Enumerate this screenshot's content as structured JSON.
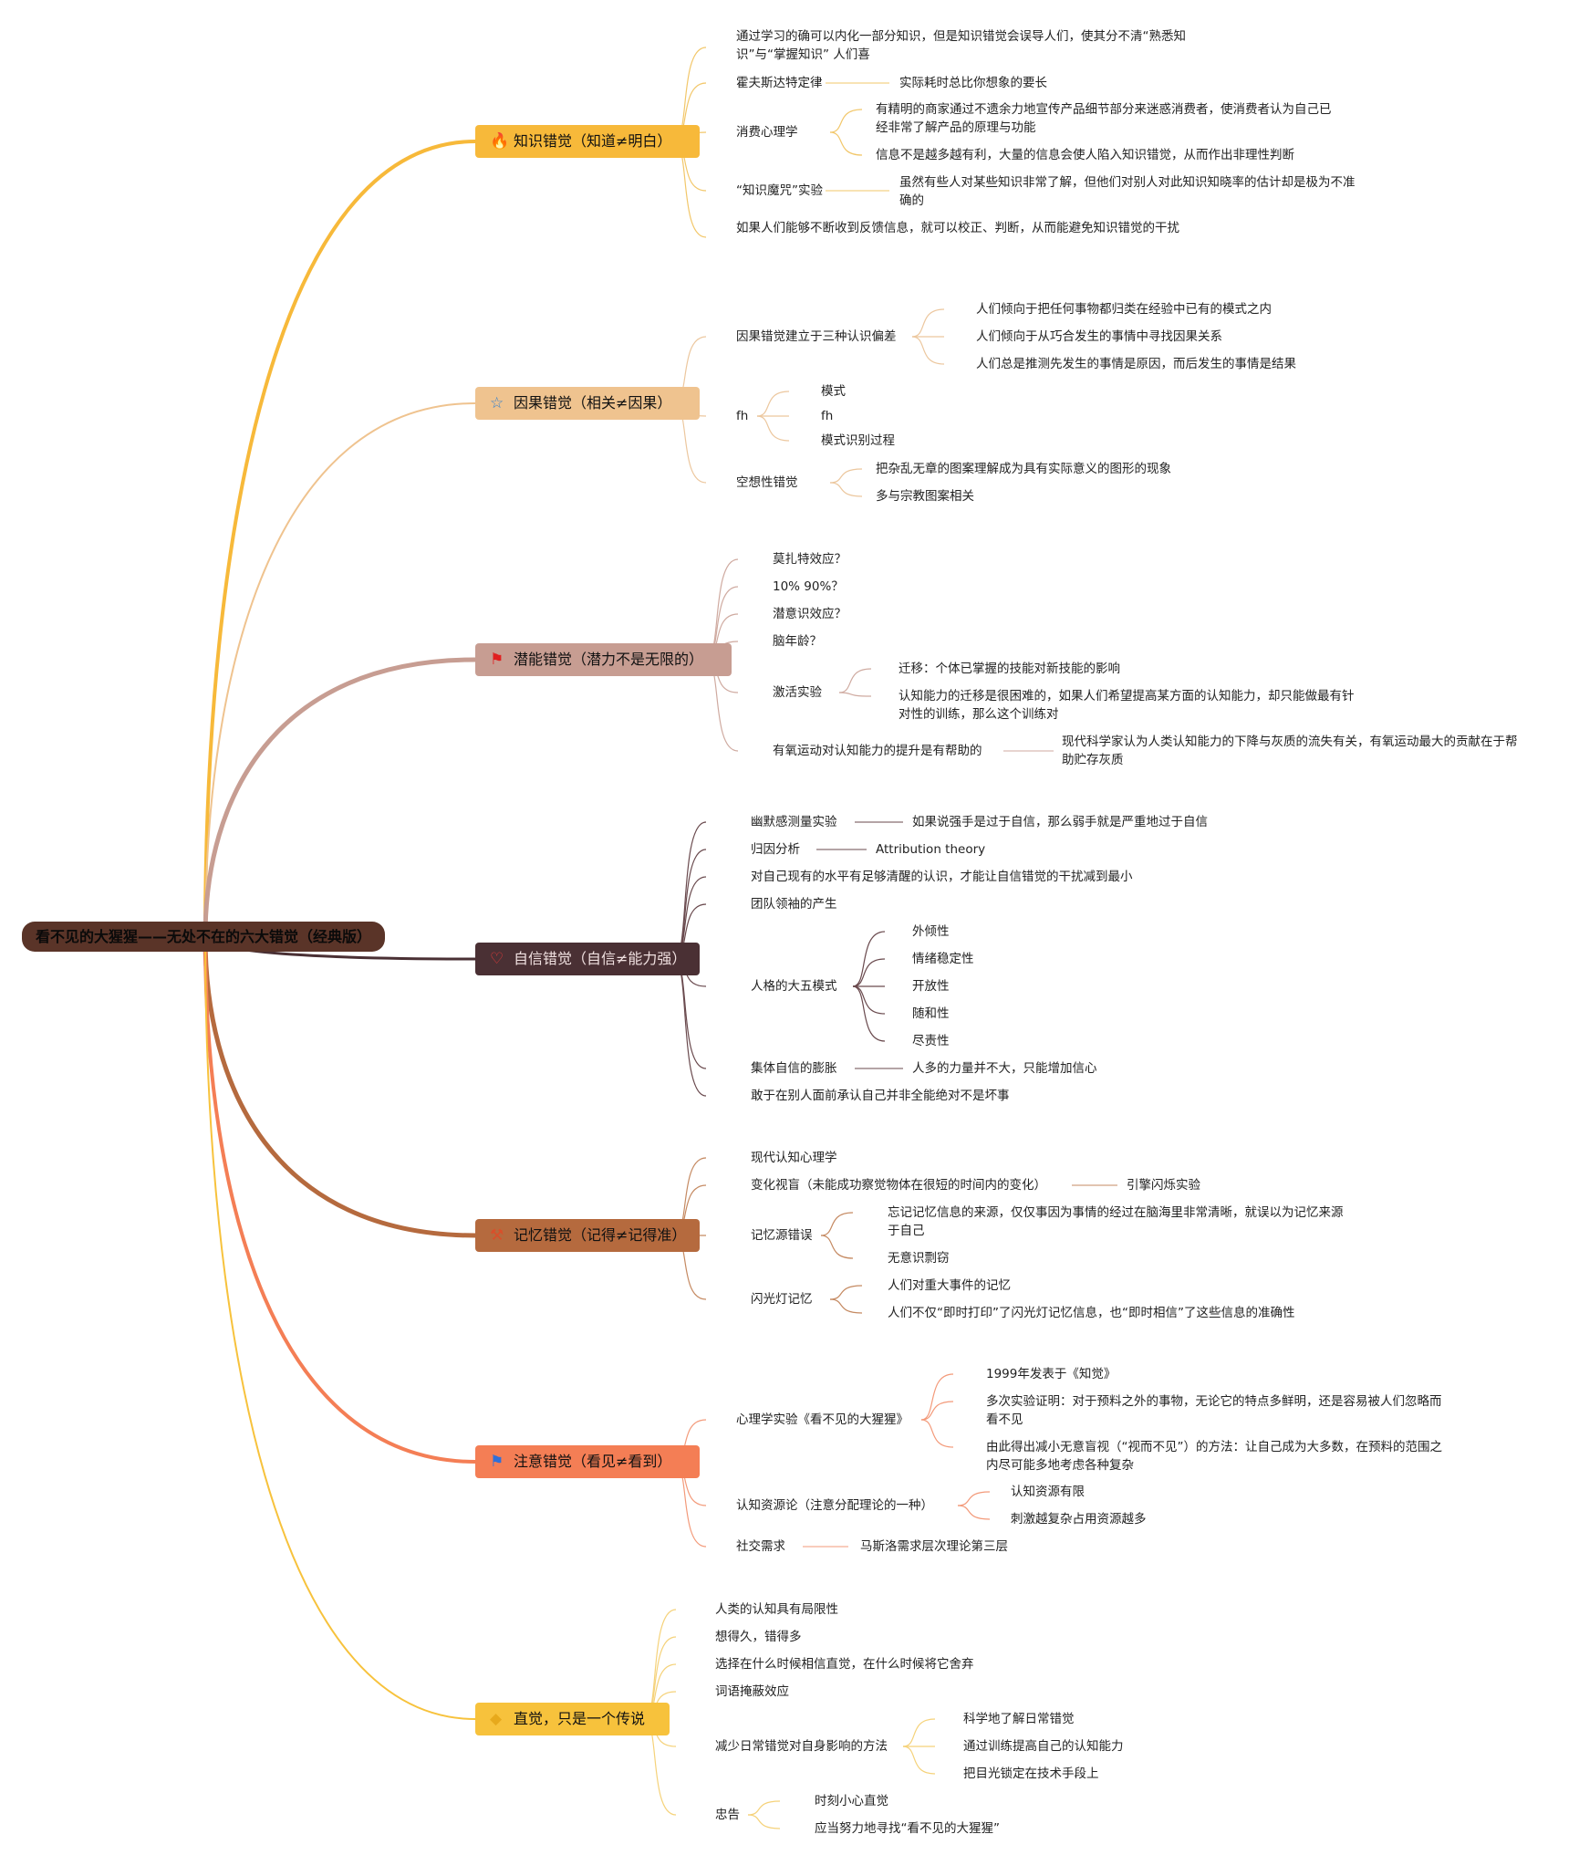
{
  "root": {
    "label": "看不见的大猩猩——无处不在的六大错觉（经典版）"
  },
  "branches": [
    {
      "label": "知识错觉（知道≠明白）",
      "icon": "fire-icon",
      "glyph": "🔥",
      "glyph_color": "#e8431e",
      "color": "#f7b93a",
      "children": [
        {
          "label": "通过学习的确可以内化一部分知识，但是知识错觉会误导人们，使其分不清“熟悉知识”与“掌握知识” 人们喜",
          "children": []
        },
        {
          "label": "霍夫斯达特定律",
          "children": [
            {
              "label": "实际耗时总比你想象的要长"
            }
          ]
        },
        {
          "label": "消费心理学",
          "children": [
            {
              "label": "有精明的商家通过不遗余力地宣传产品细节部分来迷惑消费者，使消费者认为自己已经非常了解产品的原理与功能"
            },
            {
              "label": "信息不是越多越有利，大量的信息会使人陷入知识错觉，从而作出非理性判断"
            }
          ]
        },
        {
          "label": "“知识魔咒”实验",
          "children": [
            {
              "label": "虽然有些人对某些知识非常了解，但他们对别人对此知识知晓率的估计却是极为不准确的"
            }
          ]
        },
        {
          "label": "如果人们能够不断收到反馈信息，就可以校正、判断，从而能避免知识错觉的干扰",
          "children": []
        }
      ]
    },
    {
      "label": "因果错觉（相关≠因果）",
      "icon": "star-icon",
      "glyph": "☆",
      "glyph_color": "#2f7fd0",
      "color": "#efc38f",
      "children": [
        {
          "label": "因果错觉建立于三种认识偏差",
          "children": [
            {
              "label": "人们倾向于把任何事物都归类在经验中已有的模式之内"
            },
            {
              "label": "人们倾向于从巧合发生的事情中寻找因果关系"
            },
            {
              "label": "人们总是推测先发生的事情是原因，而后发生的事情是结果"
            }
          ]
        },
        {
          "label": "fh",
          "children": [
            {
              "label": "模式"
            },
            {
              "label": "fh"
            },
            {
              "label": "模式识别过程"
            }
          ]
        },
        {
          "label": "空想性错觉",
          "children": [
            {
              "label": "把杂乱无章的图案理解成为具有实际意义的图形的现象"
            },
            {
              "label": "多与宗教图案相关"
            }
          ]
        }
      ]
    },
    {
      "label": "潜能错觉（潜力不是无限的）",
      "icon": "flag-icon",
      "glyph": "⚑",
      "glyph_color": "#e02020",
      "color": "#c79d92",
      "children": [
        {
          "label": "莫扎特效应？",
          "children": []
        },
        {
          "label": "10% 90%？",
          "children": []
        },
        {
          "label": "潜意识效应？",
          "children": []
        },
        {
          "label": "脑年龄？",
          "children": []
        },
        {
          "label": "激活实验",
          "children": [
            {
              "label": "迁移：个体已掌握的技能对新技能的影响"
            },
            {
              "label": "认知能力的迁移是很困难的，如果人们希望提高某方面的认知能力，却只能做最有针对性的训练，那么这个训练对"
            }
          ]
        },
        {
          "label": "有氧运动对认知能力的提升是有帮助的",
          "children": [
            {
              "label": "现代科学家认为人类认知能力的下降与灰质的流失有关，有氧运动最大的贡献在于帮助贮存灰质"
            }
          ]
        }
      ]
    },
    {
      "label": "自信错觉（自信≠能力强）",
      "icon": "heart-icon",
      "glyph": "♡",
      "glyph_color": "#e83a3a",
      "color": "#4a3034",
      "children": [
        {
          "label": "幽默感测量实验",
          "children": [
            {
              "label": "如果说强手是过于自信，那么弱手就是严重地过于自信"
            }
          ]
        },
        {
          "label": "归因分析",
          "children": [
            {
              "label": "Attribution theory"
            }
          ]
        },
        {
          "label": "对自己现有的水平有足够清醒的认识，才能让自信错觉的干扰减到最小",
          "children": []
        },
        {
          "label": "团队领袖的产生",
          "children": []
        },
        {
          "label": "人格的大五模式",
          "children": [
            {
              "label": "外倾性"
            },
            {
              "label": "情绪稳定性"
            },
            {
              "label": "开放性"
            },
            {
              "label": "随和性"
            },
            {
              "label": "尽责性"
            }
          ]
        },
        {
          "label": "集体自信的膨胀",
          "children": [
            {
              "label": "人多的力量并不大，只能增加信心"
            }
          ]
        },
        {
          "label": "敢于在别人面前承认自己并非全能绝对不是坏事",
          "children": []
        }
      ]
    },
    {
      "label": "记忆错觉（记得≠记得准）",
      "icon": "tools-icon",
      "glyph": "⚒",
      "glyph_color": "#d94f2a",
      "color": "#b56a3e",
      "children": [
        {
          "label": "现代认知心理学",
          "children": []
        },
        {
          "label": "变化视盲（未能成功察觉物体在很短的时间内的变化）",
          "children": [
            {
              "label": "引擎闪烁实验"
            }
          ]
        },
        {
          "label": "记忆源错误",
          "children": [
            {
              "label": "忘记记忆信息的来源，仅仅事因为事情的经过在脑海里非常清晰，就误以为记忆来源于自己"
            },
            {
              "label": "无意识剽窃"
            }
          ]
        },
        {
          "label": "闪光灯记忆",
          "children": [
            {
              "label": "人们对重大事件的记忆"
            },
            {
              "label": "人们不仅“即时打印”了闪光灯记忆信息，也“即时相信”了这些信息的准确性"
            }
          ]
        }
      ]
    },
    {
      "label": "注意错觉（看见≠看到）",
      "icon": "flag-icon",
      "glyph": "⚑",
      "glyph_color": "#2f6fd8",
      "color": "#f47e55",
      "children": [
        {
          "label": "心理学实验《看不见的大猩猩》",
          "children": [
            {
              "label": "1999年发表于《知觉》"
            },
            {
              "label": "多次实验证明：对于预料之外的事物，无论它的特点多鲜明，还是容易被人们忽略而看不见"
            },
            {
              "label": "由此得出减小无意盲视（“视而不见”）的方法：让自己成为大多数，在预料的范围之内尽可能多地考虑各种复杂"
            }
          ]
        },
        {
          "label": "认知资源论（注意分配理论的一种）",
          "children": [
            {
              "label": "认知资源有限"
            },
            {
              "label": "刺激越复杂占用资源越多"
            }
          ]
        },
        {
          "label": "社交需求",
          "children": [
            {
              "label": "马斯洛需求层次理论第三层"
            }
          ]
        }
      ]
    },
    {
      "label": "直觉，只是一个传说",
      "icon": "gem-icon",
      "glyph": "◆",
      "glyph_color": "#e7a91c",
      "color": "#f7c23c",
      "children": [
        {
          "label": "人类的认知具有局限性",
          "children": []
        },
        {
          "label": "想得久，错得多",
          "children": []
        },
        {
          "label": "选择在什么时候相信直觉，在什么时候将它舍弃",
          "children": []
        },
        {
          "label": "词语掩蔽效应",
          "children": []
        },
        {
          "label": "减少日常错觉对自身影响的方法",
          "children": [
            {
              "label": "科学地了解日常错觉"
            },
            {
              "label": "通过训练提高自己的认知能力"
            },
            {
              "label": "把目光锁定在技术手段上"
            }
          ]
        },
        {
          "label": "忠告",
          "children": [
            {
              "label": "时刻小心直觉"
            },
            {
              "label": "应当努力地寻找“看不见的大猩猩”"
            }
          ]
        }
      ]
    }
  ]
}
